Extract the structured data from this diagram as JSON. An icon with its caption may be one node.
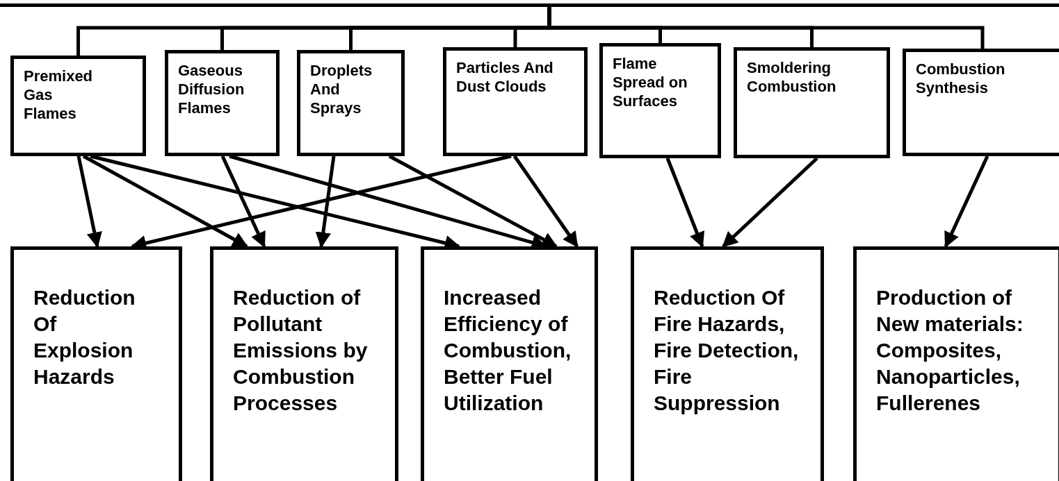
{
  "diagram": {
    "nodes": [
      {
        "text": [],
        "shape": "box"
      },
      {
        "text": [
          "Premixed Gas Flames"
        ]
      },
      {
        "text": [
          "Gaseous Diffusion Flames"
        ]
      },
      {
        "text": [
          "Droplets And Sprays"
        ]
      },
      {
        "text": [
          "Particles And Dust Clouds"
        ]
      },
      {
        "text": [
          "Flame Spread on Surfaces"
        ]
      },
      {
        "text": [
          "Smoldering Combustion"
        ]
      },
      {
        "text": [
          "Combustion Synthesis"
        ]
      },
      {
        "text": [
          "Reduction Of Explosion Hazards"
        ]
      },
      {
        "text": [
          "Reduction of Pollutant Emissions by Combustion Processes"
        ]
      },
      {
        "text": [
          "Increased Efficiency of Combustion, Better Fuel Utilization"
        ]
      },
      {
        "text": [
          "Reduction Of Fire Hazards, Fire Detection, Fire Suppression"
        ]
      },
      {
        "text": [
          "Production of New materials: Composites, Nanoparticles, Fullerenes"
        ]
      }
    ],
    "edges": [
      {
        "from": 0,
        "to": 1,
        "arrow": "none"
      },
      {
        "from": 0,
        "to": 2,
        "arrow": "none"
      },
      {
        "from": 0,
        "to": 3,
        "arrow": "none"
      },
      {
        "from": 0,
        "to": 4,
        "arrow": "none"
      },
      {
        "from": 0,
        "to": 5,
        "arrow": "none"
      },
      {
        "from": 0,
        "to": 6,
        "arrow": "none"
      },
      {
        "from": 0,
        "to": 7,
        "arrow": "none"
      },
      {
        "from": 1,
        "to": 8,
        "arrow": "to"
      },
      {
        "from": 1,
        "to": 9,
        "arrow": "to"
      },
      {
        "from": 1,
        "to": 10,
        "arrow": "to"
      },
      {
        "from": 2,
        "to": 9,
        "arrow": "to"
      },
      {
        "from": 2,
        "to": 10,
        "arrow": "to"
      },
      {
        "from": 3,
        "to": 9,
        "arrow": "to"
      },
      {
        "from": 3,
        "to": 10,
        "arrow": "to"
      },
      {
        "from": 4,
        "to": 8,
        "arrow": "to"
      },
      {
        "from": 4,
        "to": 10,
        "arrow": "to"
      },
      {
        "from": 5,
        "to": 11,
        "arrow": "to"
      },
      {
        "from": 6,
        "to": 11,
        "arrow": "to"
      },
      {
        "from": 7,
        "to": 12,
        "arrow": "to"
      }
    ]
  }
}
